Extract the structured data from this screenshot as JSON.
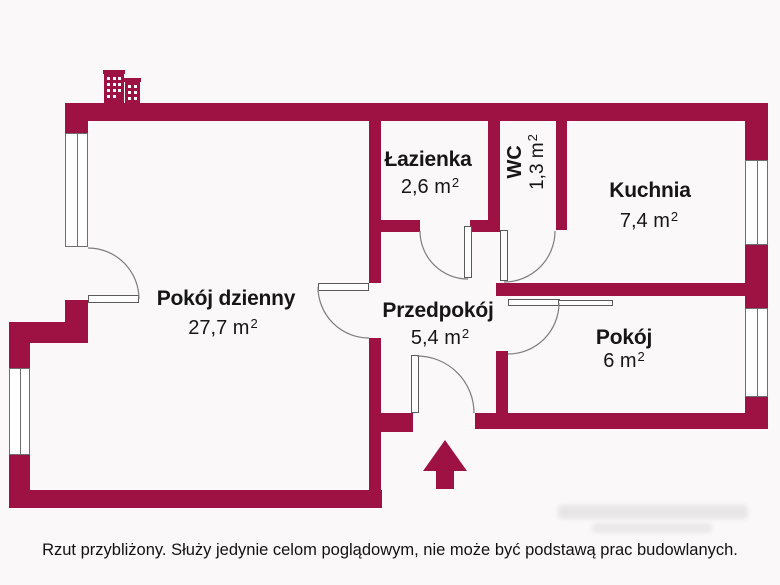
{
  "plan": {
    "rooms": [
      {
        "name": "Pokój dzienny",
        "area": "27,7 m",
        "area_sup": "2"
      },
      {
        "name": "Łazienka",
        "area": "2,6 m",
        "area_sup": "2"
      },
      {
        "name": "WC",
        "area": "1,3 m",
        "area_sup": "2"
      },
      {
        "name": "Kuchnia",
        "area": "7,4 m",
        "area_sup": "2"
      },
      {
        "name": "Przedpokój",
        "area": "5,4 m",
        "area_sup": "2"
      },
      {
        "name": "Pokój",
        "area": "6 m",
        "area_sup": "2"
      }
    ],
    "disclaimer": "Rzut przybliżony. Służy jedynie celom poglądowym, nie może być podstawą prac budowlanych.",
    "colors": {
      "wall": "#9e1243",
      "text": "#161616",
      "frame_line": "#6e6e6e",
      "background": "#fbf8f9"
    }
  }
}
